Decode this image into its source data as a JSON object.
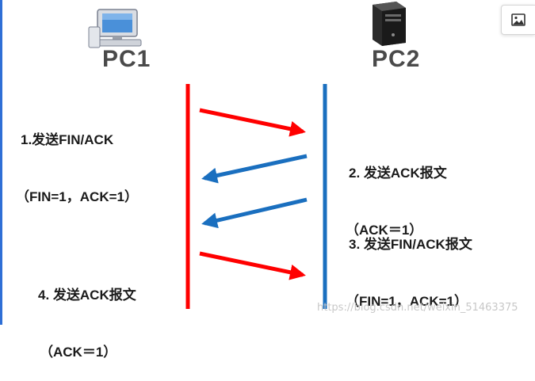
{
  "hosts": {
    "left": {
      "label": "PC1",
      "icon": "desktop-computer-icon"
    },
    "right": {
      "label": "PC2",
      "icon": "server-tower-icon"
    }
  },
  "steps": [
    {
      "line1": "1.发送FIN/ACK",
      "line2": "（FIN=1，ACK=1）"
    },
    {
      "line1": "2. 发送ACK报文",
      "line2": "（ACK＝1）"
    },
    {
      "line1": "3. 发送FIN/ACK报文",
      "line2": "（FIN=1，ACK=1）"
    },
    {
      "line1": "4. 发送ACK报文",
      "line2": "（ACK＝1）"
    }
  ],
  "colors": {
    "pc1_line": "#ff0000",
    "pc2_line": "#1a6fbf",
    "arrow_red": "#ff0000",
    "arrow_blue": "#1a6fbf"
  },
  "toolbar": {
    "image_icon": "image-icon"
  },
  "watermark": "https://blog.csdn.net/weixin_51463375"
}
